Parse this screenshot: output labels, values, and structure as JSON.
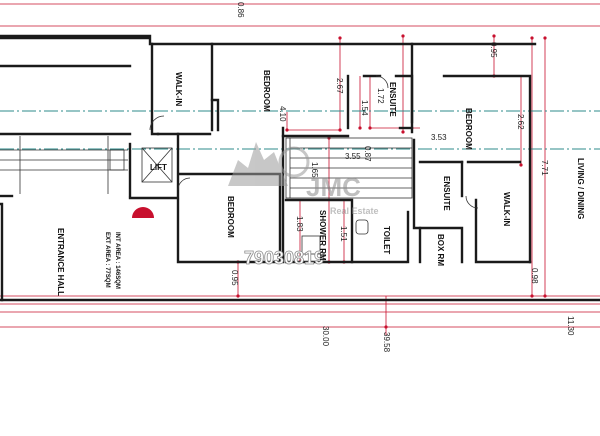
{
  "rooms": {
    "walk_in_1": "WALK-IN",
    "bedroom_1": "BEDROOM",
    "ensuite_1": "ENSUITE",
    "bedroom_2": "BEDROOM",
    "lift": "LIFT",
    "bedroom_3": "BEDROOM",
    "ensuite_2": "ENSUITE",
    "walk_in_2": "WALK-IN",
    "living_dining": "LIVING / DINING",
    "shower_rm": "SHOWER RM",
    "toilet": "TOILET",
    "box_rm": "BOX RM",
    "entrance_hall": "ENTRANCE HALL",
    "int_area": "INT AREA : 146SQM",
    "ext_area": "EXT AREA : 77SQM"
  },
  "dimensions": {
    "top_overall": "0.86",
    "d_0_95_top": "0.95",
    "d_2_67": "2.67",
    "d_1_72": "1.72",
    "d_1_54": "1.54",
    "d_4_10": "4.10",
    "d_2_62": "2.62",
    "d_3_53": "3.53",
    "d_3_55": "3.55",
    "d_0_87": "0.87",
    "d_1_65": "1.65",
    "d_7_71": "7.71",
    "d_1_83": "1.83",
    "d_1_51": "1.51",
    "d_0_95_bottom": "0.95",
    "d_0_98": "0.98",
    "d_30_00": "30.00",
    "d_39_58": "39.58",
    "d_11_30": "11.30"
  },
  "watermark": {
    "brand": "JMC",
    "tagline": "Real Estate",
    "phone": "79030819"
  },
  "colors": {
    "wall": "#1a1a1a",
    "dimension": "#c8102e",
    "axis": "#2e8b8b",
    "watermark": "#9a9a9a",
    "phone": "#ffffff"
  }
}
